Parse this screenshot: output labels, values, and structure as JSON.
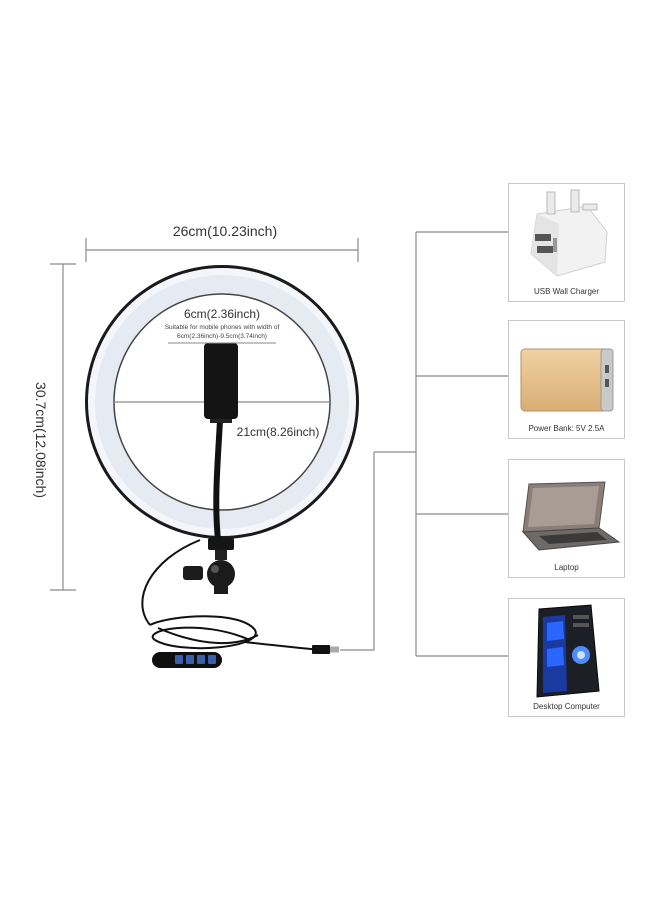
{
  "dimensions": {
    "width": "26cm(10.23inch)",
    "height": "30.7cm(12.08inch)",
    "clamp_width": "6cm(2.36inch)",
    "clamp_note_line1": "Suitable for mobile phones with width of",
    "clamp_note_line2": "6cm(2.36inch)-9.5cm(3.74inch)",
    "inner_diameter": "21cm(8.26inch)"
  },
  "devices": [
    {
      "label": "USB Wall Charger",
      "icon": "usb-wall-charger-icon"
    },
    {
      "label": "Power Bank: 5V 2.5A",
      "icon": "power-bank-icon"
    },
    {
      "label": "Laptop",
      "icon": "laptop-icon"
    },
    {
      "label": "Desktop Computer",
      "icon": "desktop-computer-icon"
    }
  ],
  "colors": {
    "line": "#8a8a8a",
    "ring_outer": "#1a1a1a",
    "ring_light": "#f4f6fb",
    "power_bank": "#e6c290",
    "pc_blue": "#2a66ff"
  }
}
